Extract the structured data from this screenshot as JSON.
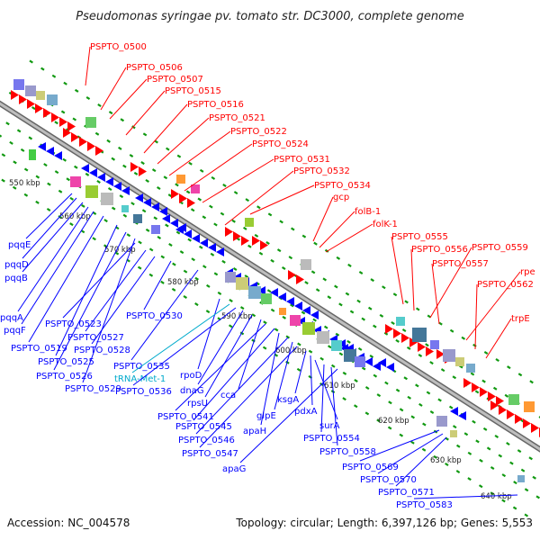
{
  "title": "Pseudomonas syringae pv. tomato str. DC3000, complete genome",
  "footer": {
    "accession": "Accession: NC_004578",
    "topology": "Topology: circular; Length: 6,397,126 bp; Genes: 5,553"
  },
  "colors": {
    "forward": "#ff0000",
    "reverse": "#0000ff",
    "rna": "#00aacc",
    "backbone": "#999999",
    "tick": "#119911"
  },
  "scale_labels": [
    "550 kbp",
    "560 kbp",
    "570 kbp",
    "580 kbp",
    "590 kbp",
    "600 kbp",
    "610 kbp",
    "620 kbp",
    "630 kbp",
    "640 kbp"
  ],
  "forward_genes": [
    "PSPTO_0500",
    "PSPTO_0506",
    "PSPTO_0507",
    "PSPTO_0515",
    "PSPTO_0516",
    "PSPTO_0521",
    "PSPTO_0522",
    "PSPTO_0524",
    "PSPTO_0531",
    "PSPTO_0532",
    "PSPTO_0534",
    "gcp",
    "folB-1",
    "folK-1",
    "PSPTO_0555",
    "PSPTO_0556",
    "PSPTO_0559",
    "PSPTO_0557",
    "rpe",
    "PSPTO_0562",
    "trpE"
  ],
  "reverse_genes": [
    "pqqE",
    "pqqD",
    "pqqB",
    "pqqA",
    "pqqF",
    "PSPTO_0523",
    "PSPTO_0519",
    "PSPTO_0527",
    "PSPTO_0530",
    "PSPTO_0525",
    "PSPTO_0528",
    "PSPTO_0526",
    "PSPTO_0529",
    "PSPTO_0535",
    "rpoD",
    "tRNA-Met-1",
    "PSPTO_0536",
    "dnaG",
    "rpsU",
    "cca",
    "PSPTO_0541",
    "PSPTO_0545",
    "apaH",
    "PSPTO_0546",
    "glpE",
    "PSPTO_0547",
    "ksgA",
    "pdxA",
    "surA",
    "PSPTO_0554",
    "PSPTO_0558",
    "apaG",
    "PSPTO_0569",
    "PSPTO_0570",
    "PSPTO_0571",
    "PSPTO_0583"
  ]
}
